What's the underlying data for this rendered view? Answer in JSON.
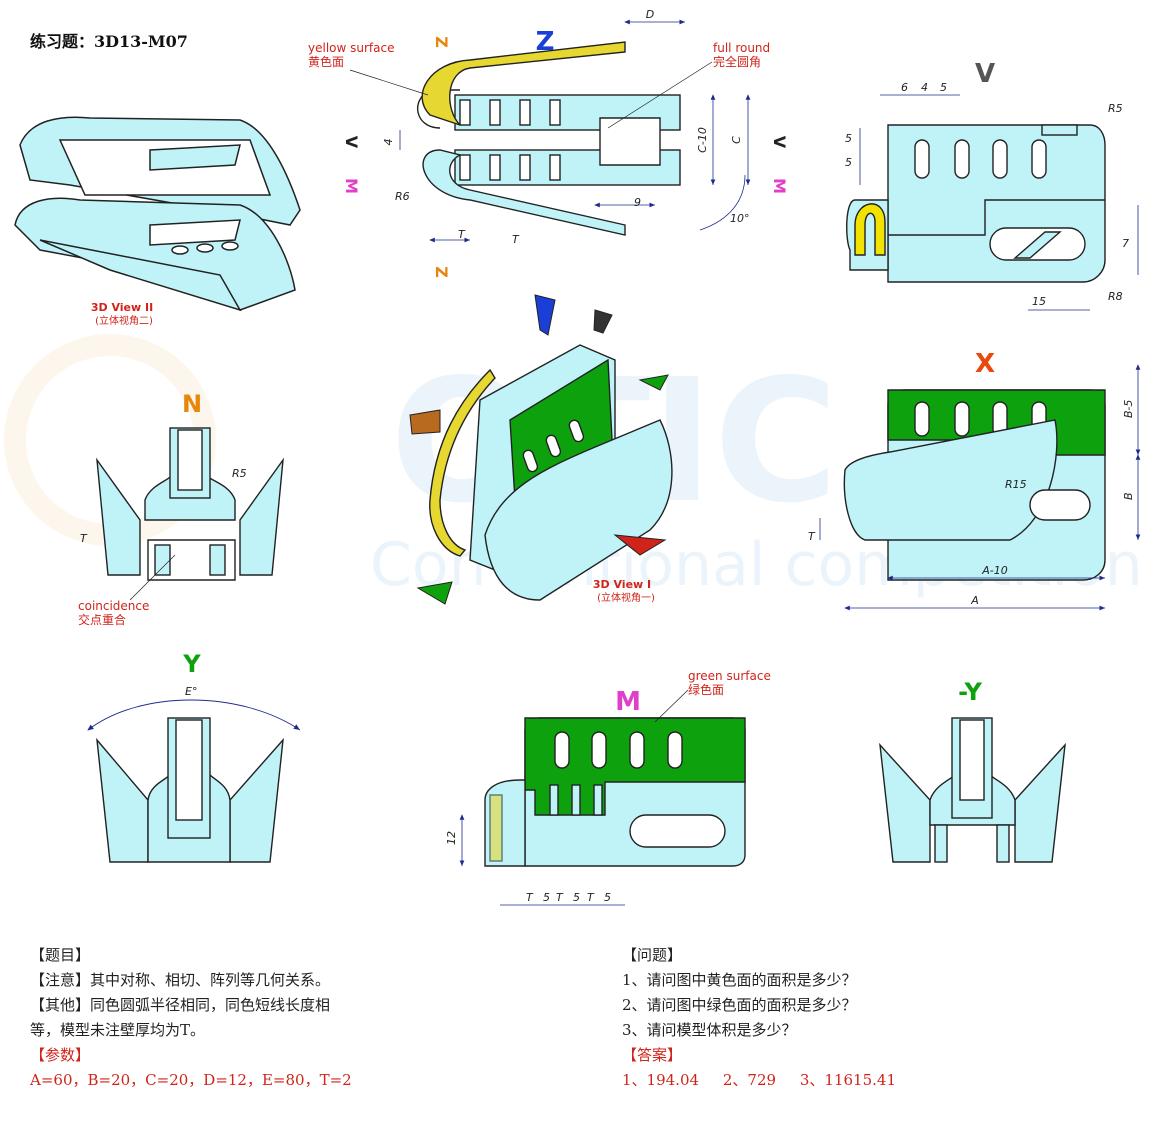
{
  "header": {
    "title": "练习题：3D13-M07"
  },
  "views": {
    "view3d2": {
      "label": "3D View II",
      "sub": "(立体视角二)"
    },
    "view3d1": {
      "label": "3D View I",
      "sub": "(立体视角一)"
    },
    "n": "N",
    "z": "Z",
    "v": "V",
    "x": "X",
    "y": "Y",
    "m": "M",
    "neg_y": "-Y"
  },
  "callouts": {
    "yellow_en": "yellow surface",
    "yellow_cn": "黄色面",
    "fullround_en": "full round",
    "fullround_cn": "完全圆角",
    "green_en": "green surface",
    "green_cn": "绿色面",
    "coincidence_en": "coincidence",
    "coincidence_cn": "交点重合"
  },
  "dims": {
    "D": "D",
    "C10": "C-10",
    "C": "C",
    "d4": "4",
    "R6": "R6",
    "T": "T",
    "d9": "9",
    "a10": "10°",
    "d6": "6",
    "d5": "5",
    "R5": "R5",
    "d7": "7",
    "d15": "15",
    "R8": "R8",
    "B5": "B-5",
    "B": "B",
    "R15": "R15",
    "A10": "A-10",
    "A": "A",
    "E": "E°",
    "d12": "12"
  },
  "text_left": {
    "l1": "【题目】",
    "l2": "【注意】其中对称、相切、阵列等几何关系。",
    "l3": "【其他】同色圆弧半径相同，同色短线长度相",
    "l4": "等，模型未注壁厚均为T。",
    "l5": "【参数】",
    "l6": "A=60，B=20，C=20，D=12，E=80，T=2"
  },
  "text_right": {
    "l1": "【问题】",
    "l2": "1、请问图中黄色面的面积是多少？",
    "l3": "2、请问图中绿色面的面积是多少？",
    "l4": "3、请问模型体积是多少？",
    "l5": "【答案】",
    "l6": "1、194.04     2、729     3、11615.41"
  },
  "colors": {
    "cyan": "#bff3f8",
    "green": "#0ea10e",
    "yellow": "#f2e200",
    "red": "#d0241b",
    "blue": "#1a3fd6",
    "magenta": "#e040c8",
    "orange": "#e8860c",
    "dim": "#1d2c8a"
  }
}
